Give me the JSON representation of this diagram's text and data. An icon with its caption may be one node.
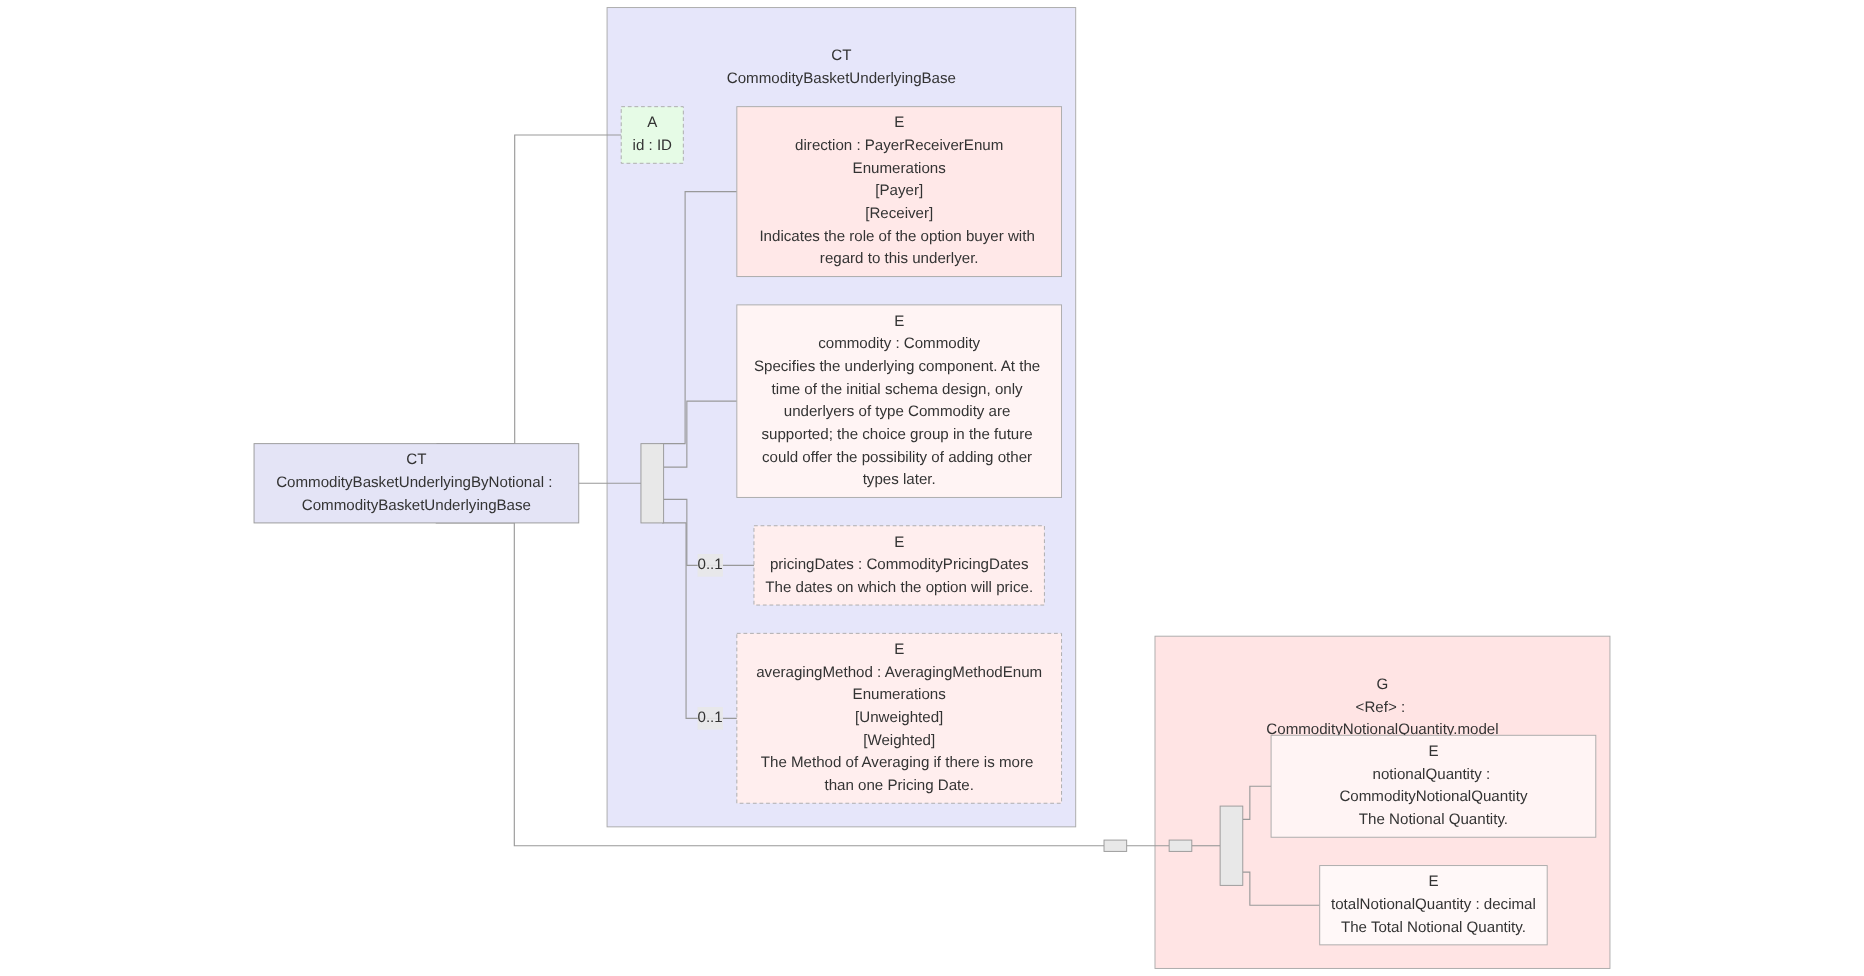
{
  "diagram": {
    "nodes": [
      {
        "text": [
          "CT",
          "CommodityBasketUnderlyingByNotional : CommodityBasketUnderlyingBase"
        ]
      },
      {
        "text": [
          "CT",
          "CommodityBasketUnderlyingBase"
        ]
      },
      {
        "text": [
          "A",
          "id : ID"
        ],
        "in": 1
      },
      {
        "text": [],
        "shape": "bar",
        "in": 1
      },
      {
        "text": [
          "E",
          "direction : PayerReceiverEnum",
          "Enumerations",
          "[Payer]",
          "[Receiver]",
          "Indicates the role of the option buyer with regard to this underlyer."
        ],
        "in": 1
      },
      {
        "text": [
          "E",
          "commodity : Commodity",
          "Specifies the underlying component. At the time of the initial schema design, only underlyers of type Commodity are supported; the choice group in the future could offer the possibility of adding other types later."
        ],
        "in": 1
      },
      {
        "text": [
          "E",
          "pricingDates : CommodityPricingDates",
          "The dates on which the option will price."
        ],
        "in": 1
      },
      {
        "text": [
          "E",
          "averagingMethod : AveragingMethodEnum",
          "Enumerations",
          "[Unweighted]",
          "[Weighted]",
          "The Method of Averaging if there is more than one Pricing Date."
        ],
        "in": 1
      },
      {
        "text": [],
        "shape": "box"
      },
      {
        "text": [
          "G",
          "<Ref> : CommodityNotionalQuantity.model"
        ]
      },
      {
        "text": [],
        "shape": "box",
        "in": 9
      },
      {
        "text": [],
        "shape": "bar",
        "in": 9
      },
      {
        "text": [
          "E",
          "notionalQuantity : CommodityNotionalQuantity",
          "The Notional Quantity."
        ],
        "in": 9
      },
      {
        "text": [
          "E",
          "totalNotionalQuantity : decimal",
          "The Total Notional Quantity."
        ],
        "in": 9
      }
    ],
    "edges": [
      {
        "from": 0,
        "to": 2,
        "arrow": "none"
      },
      {
        "from": 0,
        "to": 3,
        "arrow": "none"
      },
      {
        "from": 3,
        "to": 4,
        "arrow": "none"
      },
      {
        "from": 3,
        "to": 5,
        "arrow": "none"
      },
      {
        "from": 3,
        "to": 6,
        "arrow": "none",
        "label": "0..1"
      },
      {
        "from": 3,
        "to": 7,
        "arrow": "none",
        "label": "0..1"
      },
      {
        "from": 0,
        "to": 8,
        "arrow": "none"
      },
      {
        "from": 8,
        "to": 10,
        "arrow": "none"
      },
      {
        "from": 10,
        "to": 11,
        "arrow": "none"
      },
      {
        "from": 11,
        "to": 12,
        "arrow": "none"
      },
      {
        "from": 11,
        "to": 13,
        "arrow": "none"
      }
    ]
  }
}
